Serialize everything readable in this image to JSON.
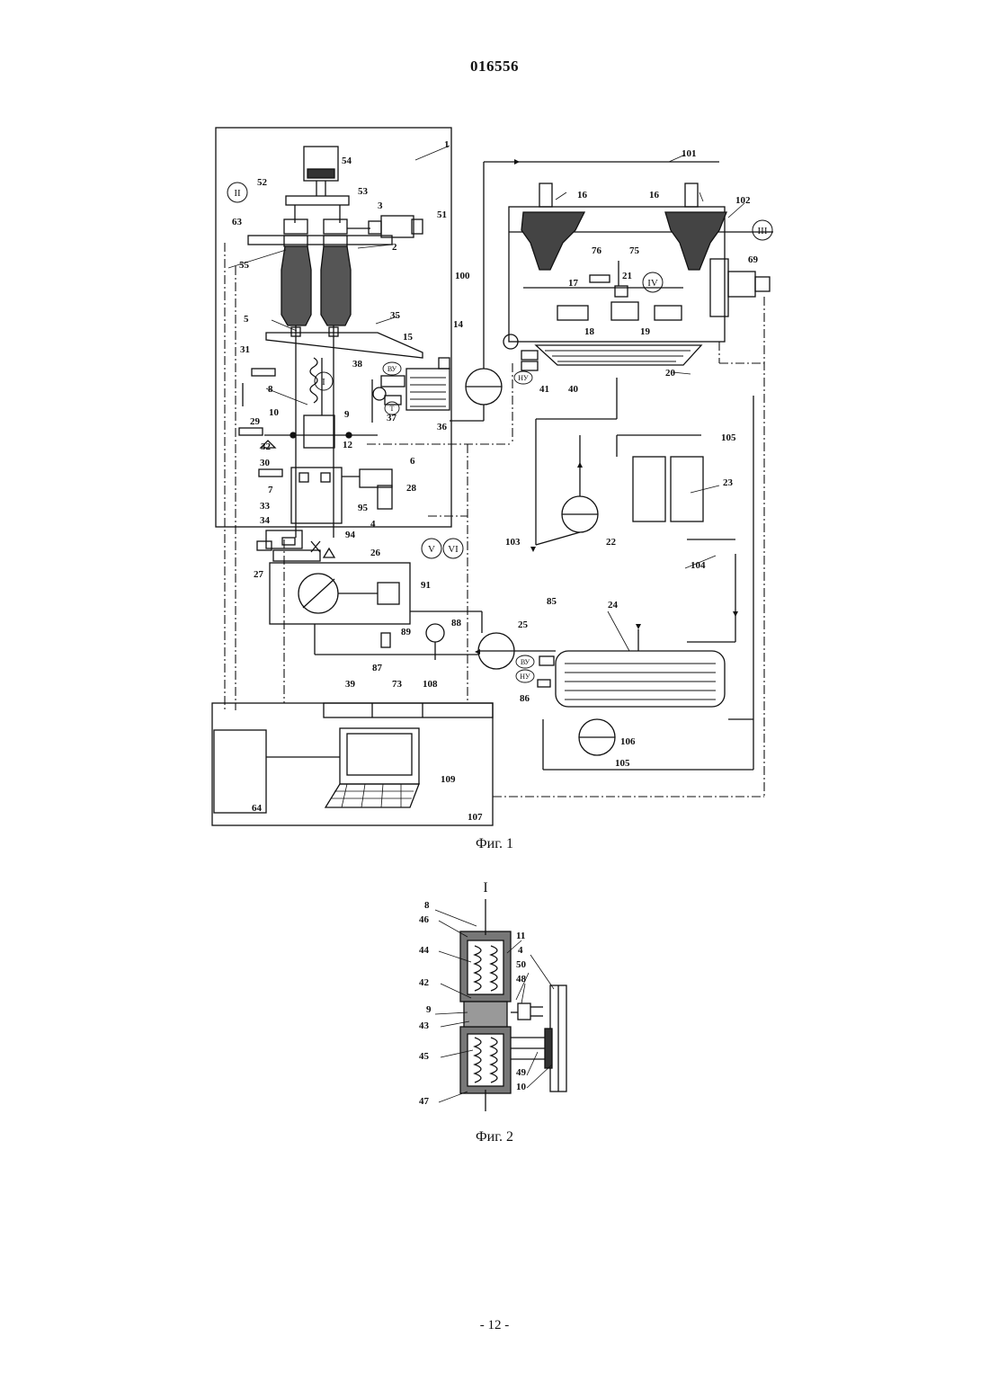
{
  "document": {
    "number": "016556",
    "page_number": "- 12 -"
  },
  "figure1": {
    "caption": "Фиг. 1",
    "labels": [
      "1",
      "2",
      "3",
      "4",
      "5",
      "6",
      "7",
      "8",
      "9",
      "10",
      "12",
      "14",
      "15",
      "16",
      "17",
      "18",
      "19",
      "20",
      "21",
      "22",
      "23",
      "24",
      "25",
      "26",
      "27",
      "28",
      "29",
      "30",
      "31",
      "32",
      "33",
      "34",
      "35",
      "36",
      "37",
      "38",
      "39",
      "40",
      "41",
      "51",
      "52",
      "53",
      "54",
      "55",
      "63",
      "64",
      "69",
      "73",
      "75",
      "76",
      "85",
      "86",
      "87",
      "88",
      "89",
      "91",
      "94",
      "95",
      "100",
      "101",
      "102",
      "103",
      "104",
      "105",
      "106",
      "107",
      "108",
      "109"
    ],
    "roman_markers": [
      "I",
      "II",
      "III",
      "IV",
      "V",
      "VI"
    ],
    "circle_marks": [
      "ВУ",
      "НУ",
      "Т"
    ]
  },
  "figure2": {
    "caption": "Фиг. 2",
    "view_label": "I",
    "labels": [
      "4",
      "8",
      "9",
      "10",
      "11",
      "42",
      "43",
      "44",
      "45",
      "46",
      "47",
      "48",
      "49",
      "50"
    ]
  }
}
